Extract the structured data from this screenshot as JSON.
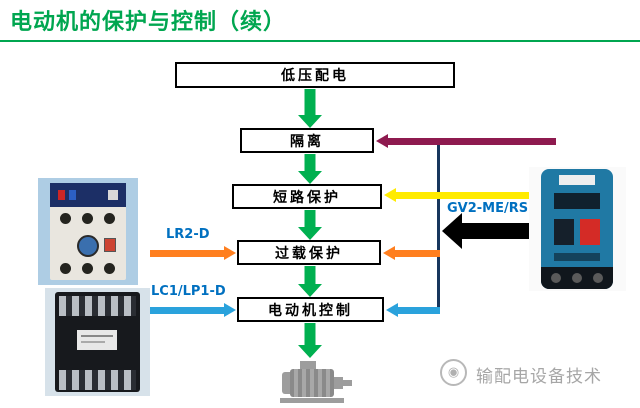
{
  "title": "电动机的保护与控制（续）",
  "flow": {
    "boxes": [
      {
        "id": "distribution",
        "label": "低压配电"
      },
      {
        "id": "isolation",
        "label": "隔离"
      },
      {
        "id": "short-circuit",
        "label": "短路保护"
      },
      {
        "id": "overload",
        "label": "过载保护"
      },
      {
        "id": "motor-control",
        "label": "电动机控制"
      }
    ]
  },
  "product_labels": {
    "thermal_relay": "LR2-D",
    "contactor": "LC1/LP1-D",
    "breaker": "GV2-ME/RS"
  },
  "watermark": {
    "text": "输配电设备技术"
  },
  "colors": {
    "titlegreen": "#00a650",
    "green": "#00b050",
    "maroon": "#8e1a4f",
    "yellow": "#ffeb00",
    "orange": "#ff7f1f",
    "blue": "#2aa2dc",
    "navy": "#17365d",
    "labelblue": "#0070c0"
  }
}
